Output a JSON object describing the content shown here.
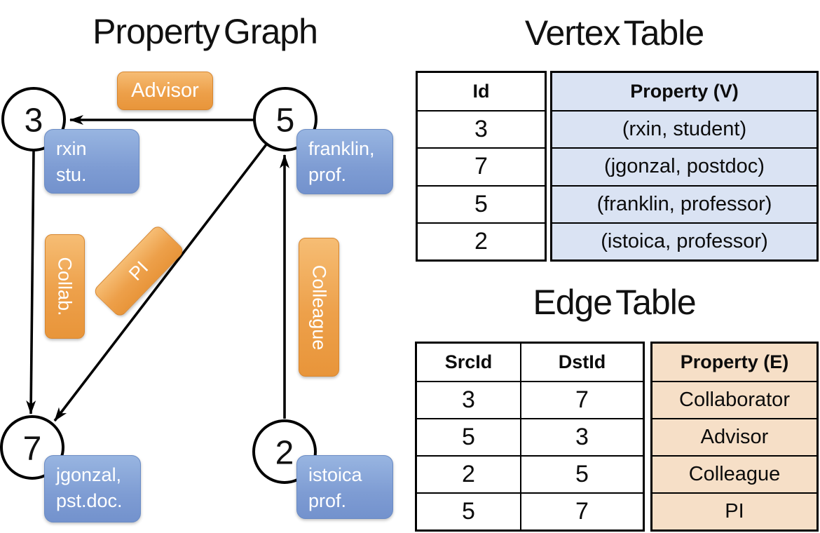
{
  "graph": {
    "title": "Property Graph",
    "nodes": [
      {
        "id": "3",
        "label_lines": [
          "rxin",
          "stu."
        ]
      },
      {
        "id": "5",
        "label_lines": [
          "franklin,",
          "prof."
        ]
      },
      {
        "id": "7",
        "label_lines": [
          "jgonzal,",
          "pst.doc."
        ]
      },
      {
        "id": "2",
        "label_lines": [
          "istoica",
          "prof."
        ]
      }
    ],
    "edge_labels": {
      "advisor": "Advisor",
      "collab": "Collab.",
      "pi": "PI",
      "colleague": "Colleague"
    },
    "edges": [
      {
        "src": "5",
        "dst": "3",
        "label": "Advisor"
      },
      {
        "src": "3",
        "dst": "7",
        "label": "Collab."
      },
      {
        "src": "5",
        "dst": "7",
        "label": "PI"
      },
      {
        "src": "2",
        "dst": "5",
        "label": "Colleague"
      }
    ]
  },
  "vertex_table": {
    "title": "Vertex Table",
    "headers": {
      "id": "Id",
      "property": "Property (V)"
    },
    "rows": [
      {
        "id": "3",
        "property": "(rxin, student)"
      },
      {
        "id": "7",
        "property": "(jgonzal, postdoc)"
      },
      {
        "id": "5",
        "property": "(franklin, professor)"
      },
      {
        "id": "2",
        "property": "(istoica, professor)"
      }
    ]
  },
  "edge_table": {
    "title": "Edge Table",
    "headers": {
      "src": "SrcId",
      "dst": "DstId",
      "property": "Property (E)"
    },
    "rows": [
      {
        "src": "3",
        "dst": "7",
        "property": "Collaborator"
      },
      {
        "src": "5",
        "dst": "3",
        "property": "Advisor"
      },
      {
        "src": "2",
        "dst": "5",
        "property": "Colleague"
      },
      {
        "src": "5",
        "dst": "7",
        "property": "PI"
      }
    ]
  },
  "colors": {
    "edge_label_orange": "#e8953a",
    "vertex_label_blue": "#7392cd",
    "vertex_property_cell": "#dae3f3",
    "edge_property_cell": "#f6dfc7",
    "line_black": "#000000",
    "background": "#ffffff"
  }
}
